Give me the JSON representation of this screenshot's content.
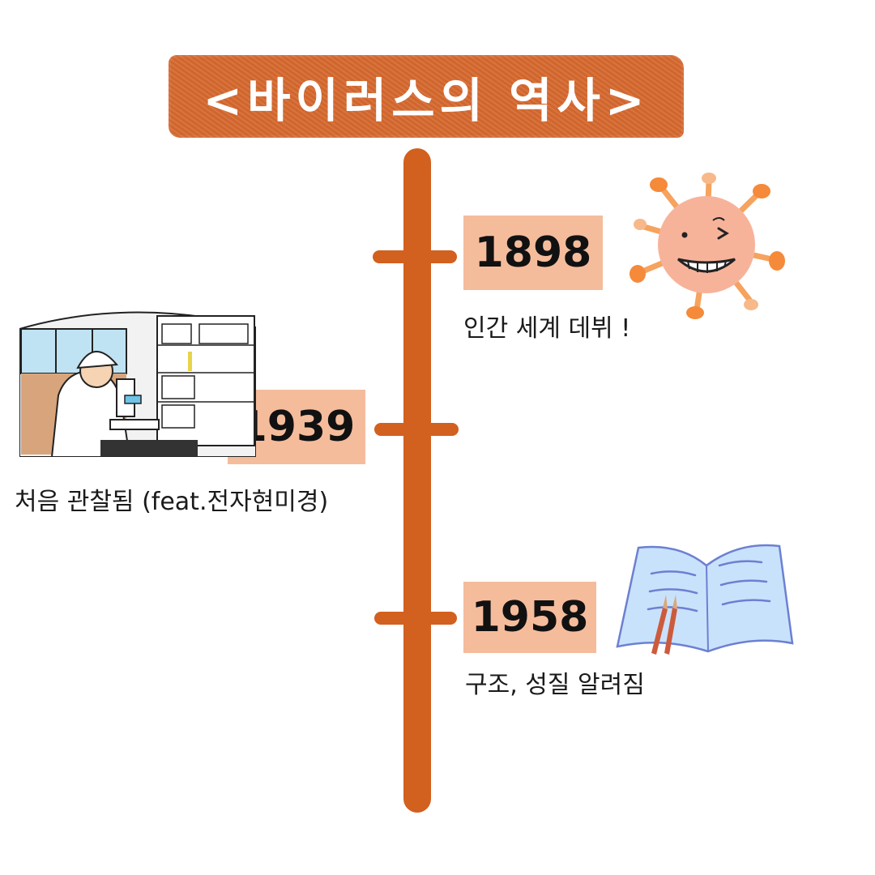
{
  "title": "<바이러스의 역사>",
  "events": [
    {
      "year": "1898",
      "caption": "인간 세계 데뷔 !",
      "icon": "virus-icon"
    },
    {
      "year": "1939",
      "caption": "처음 관찰됨 (feat.전자현미경)",
      "icon": "scientist-microscope-illustration"
    },
    {
      "year": "1958",
      "caption": "구조, 성질 알려짐",
      "icon": "notebook-pencils-icon"
    }
  ],
  "colors": {
    "banner": "#d76a30",
    "timeline": "#d2601f",
    "year_box": "#f5bc9c"
  }
}
